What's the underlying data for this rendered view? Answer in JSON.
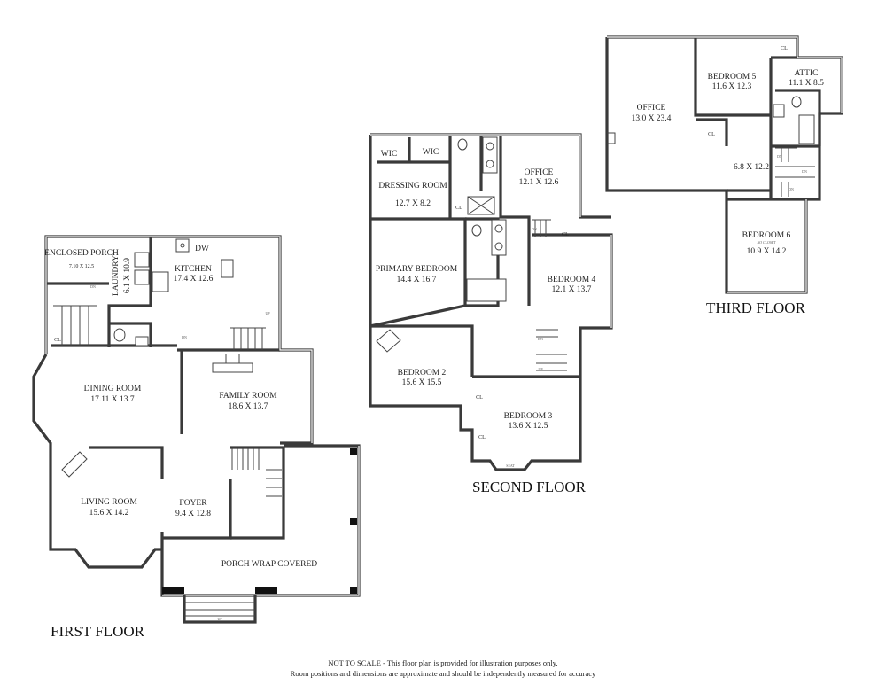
{
  "first_floor": {
    "title": "FIRST FLOOR",
    "rooms": [
      {
        "name": "ENCLOSED PORCH",
        "size": "7.10 X 12.5"
      },
      {
        "name": "LAUNDRY",
        "size": "6.1 X 10.9"
      },
      {
        "name": "KITCHEN",
        "size": "17.4 X 12.6"
      },
      {
        "name": "DINING ROOM",
        "size": "17.11 X 13.7"
      },
      {
        "name": "FAMILY ROOM",
        "size": "18.6 X 13.7"
      },
      {
        "name": "LIVING ROOM",
        "size": "15.6 X 14.2"
      },
      {
        "name": "FOYER",
        "size": "9.4 X 12.8"
      },
      {
        "name": "PORCH WRAP COVERED",
        "size": ""
      }
    ],
    "labels": {
      "dw": "DW",
      "cl": "CL",
      "dn": "DN",
      "up": "UP"
    }
  },
  "second_floor": {
    "title": "SECOND FLOOR",
    "rooms": [
      {
        "name": "WIC",
        "size": ""
      },
      {
        "name": "WIC",
        "size": ""
      },
      {
        "name": "DRESSING ROOM",
        "size": "12.7 X 8.2"
      },
      {
        "name": "OFFICE",
        "size": "12.1 X 12.6"
      },
      {
        "name": "PRIMARY BEDROOM",
        "size": "14.4 X 16.7"
      },
      {
        "name": "BEDROOM 4",
        "size": "12.1 X 13.7"
      },
      {
        "name": "BEDROOM 2",
        "size": "15.6 X 15.5"
      },
      {
        "name": "BEDROOM 3",
        "size": "13.6 X 12.5"
      }
    ],
    "labels": {
      "cl": "CL",
      "seat": "SEAT",
      "dn": "DN",
      "up": "UP"
    }
  },
  "third_floor": {
    "title": "THIRD FLOOR",
    "rooms": [
      {
        "name": "OFFICE",
        "size": "13.0 X 23.4"
      },
      {
        "name": "BEDROOM 5",
        "size": "11.6 X 12.3"
      },
      {
        "name": "ATTIC",
        "size": "11.1 X 8.5"
      },
      {
        "name": "",
        "size": "6.8 X 12.2"
      },
      {
        "name": "BEDROOM 6",
        "size": "10.9 X 14.2",
        "note": "NO CLOSET"
      }
    ],
    "labels": {
      "cl": "CL",
      "dn": "DN"
    }
  },
  "disclaimer": {
    "line1": "NOT TO SCALE - This floor plan is provided for illustration purposes only.",
    "line2": "Room positions and dimensions are approximate and should be independently measured for accuracy"
  }
}
